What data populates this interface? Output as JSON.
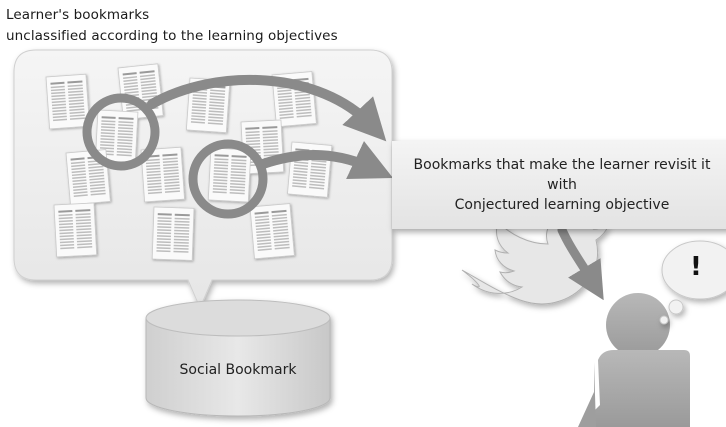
{
  "caption": {
    "line1": "Learner's bookmarks",
    "line2": "unclassified according to the learning objectives"
  },
  "objective_box": {
    "line1": "Bookmarks that make the learner revisit it",
    "line2": "with",
    "line3": "Conjectured learning objective"
  },
  "database": {
    "label": "Social Bookmark"
  },
  "learner": {
    "thought": "!"
  },
  "icons": [
    "document-icon",
    "twitter-bird-icon",
    "database-icon",
    "person-icon",
    "thought-bubble-icon",
    "arrow-icon"
  ],
  "colors": {
    "arrow": "#8a8a8a",
    "bubble": "#ececec",
    "figure": "#a9a9a9",
    "box": "#e9e9e9"
  }
}
